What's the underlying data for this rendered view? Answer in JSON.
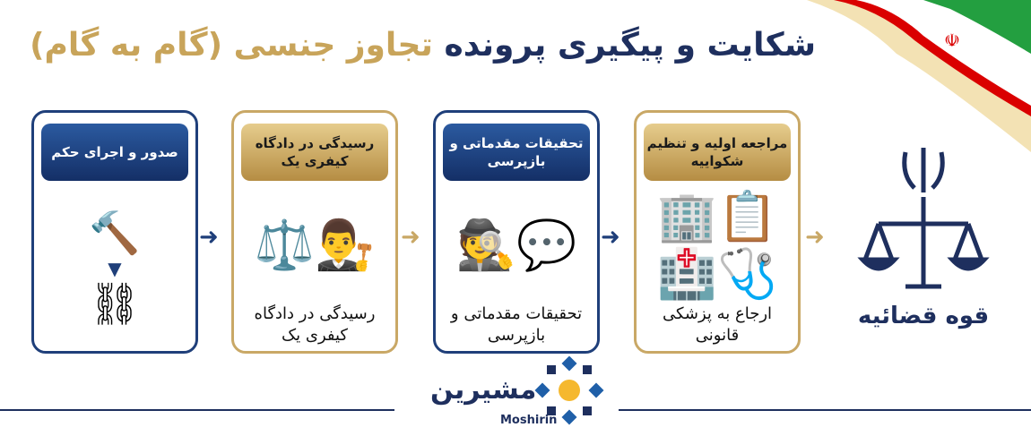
{
  "header": {
    "title_part1": "شکایت و پیگیری پرونده",
    "title_part2": "تجاوز جنسی  (گام به گام)"
  },
  "steps": [
    {
      "header": "صدور و اجرای حکم",
      "footer": "",
      "icon": "gavel-handcuffs-icon",
      "theme": "blue"
    },
    {
      "header": "رسیدگی در دادگاه کیفری یک",
      "footer": "رسیدگی در دادگاه کیفری یک",
      "icon": "courtroom-icon",
      "theme": "gold"
    },
    {
      "header": "تحقیقات مقدماتی و بازپرسی",
      "footer": "تحقیقات مقدماتی و بازپرسی",
      "icon": "detective-icon",
      "theme": "blue"
    },
    {
      "header": "مراجعه اولیه و تنظیم شکواییه",
      "footer": "ارجاع به پزشکی قانونی",
      "icon": "police-doctor-icon",
      "theme": "gold"
    }
  ],
  "judiciary": {
    "label": "قوه قضائیه",
    "icon": "judiciary-emblem-icon"
  },
  "logo": {
    "text": "مشیرین",
    "latin": "Moshirin"
  },
  "colors": {
    "navy": "#1e2f5e",
    "gold": "#c8a45a",
    "flag_green": "#239f40",
    "flag_red": "#da0000"
  }
}
